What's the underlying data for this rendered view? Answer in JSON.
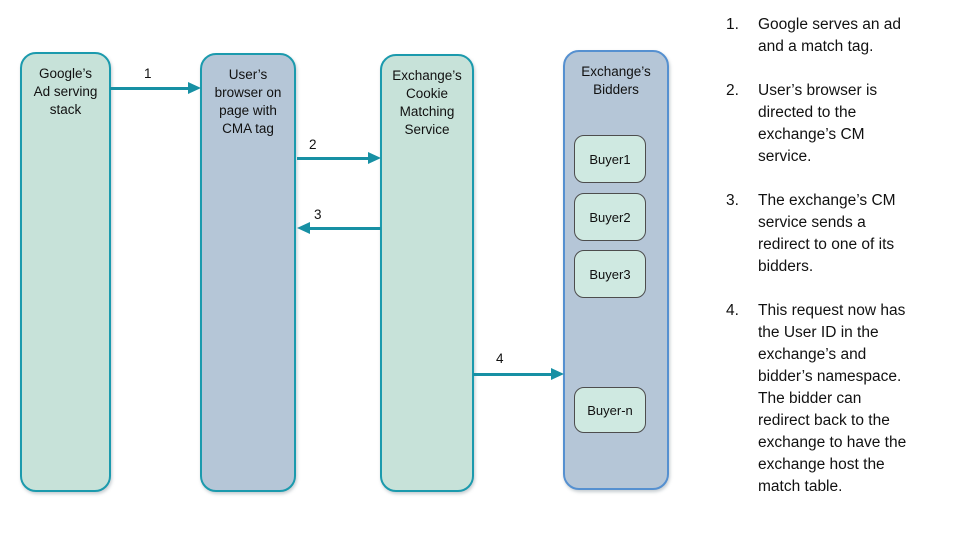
{
  "accent_colors": {
    "teal_border": "#1b9aad",
    "blue_border": "#5590d0",
    "green_fill": "#c7e2d9",
    "blue_fill": "#b5c6d7",
    "buyer_fill": "#cfe9e1",
    "arrow": "#1790a4"
  },
  "diagram": {
    "nodes": [
      {
        "id": "google-stack",
        "label": "Google’s\nAd serving\nstack"
      },
      {
        "id": "user-browser",
        "label": "User’s\nbrowser on\npage with\nCMA tag"
      },
      {
        "id": "cm-service",
        "label": "Exchange’s\nCookie\nMatching\nService"
      },
      {
        "id": "bidders",
        "label": "Exchange’s\nBidders"
      }
    ],
    "buyers": [
      "Buyer1",
      "Buyer2",
      "Buyer3",
      "Buyer-n"
    ],
    "arrows": [
      {
        "label": "1",
        "from": "google-stack",
        "to": "user-browser"
      },
      {
        "label": "2",
        "from": "user-browser",
        "to": "cm-service"
      },
      {
        "label": "3",
        "from": "cm-service",
        "to": "user-browser"
      },
      {
        "label": "4",
        "from": "cm-service",
        "to": "bidders"
      }
    ]
  },
  "steps": [
    {
      "number": "1.",
      "text": "Google serves an ad\nand a match tag."
    },
    {
      "number": "2.",
      "text": "User’s browser is\ndirected to the\nexchange’s CM\nservice."
    },
    {
      "number": "3.",
      "text": "The exchange’s CM\nservice sends a\nredirect to one of its\nbidders."
    },
    {
      "number": "4.",
      "text": "This request now has\nthe User ID in the\nexchange’s and\nbidder’s namespace.\nThe bidder can\nredirect back to the\nexchange to have the\nexchange host the\nmatch table."
    }
  ]
}
